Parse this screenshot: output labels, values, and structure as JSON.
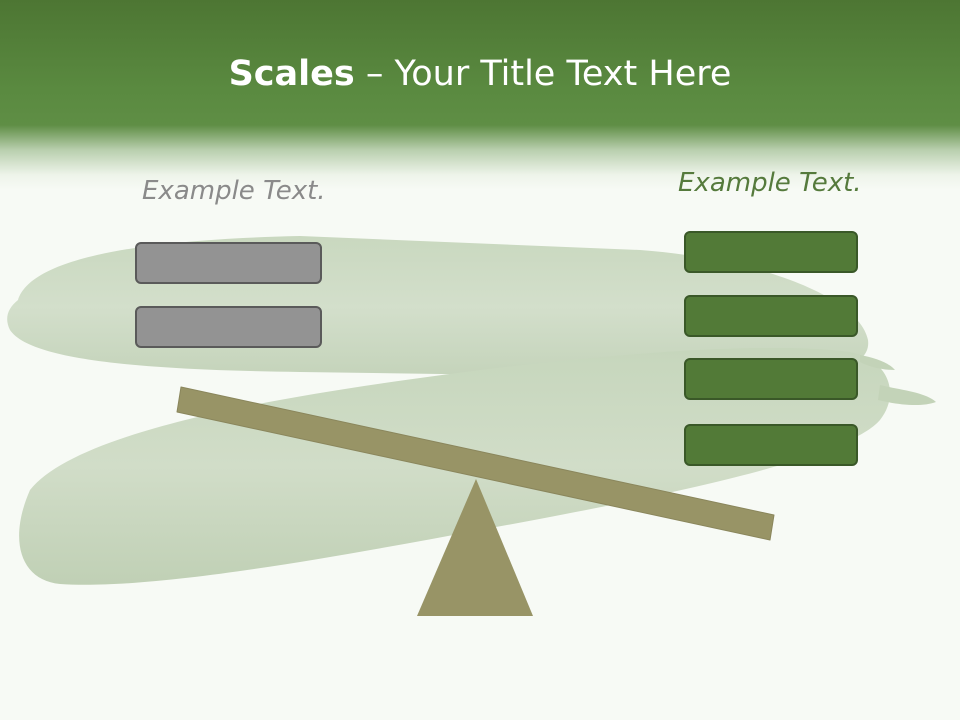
{
  "slide": {
    "title_bold": "Scales",
    "title_rest": " – Your Title Text Here"
  },
  "left_pan": {
    "label": "Example Text.",
    "box_count": 2,
    "box_color": "#939393"
  },
  "right_pan": {
    "label": "Example Text.",
    "box_count": 4,
    "box_color": "#527a37"
  },
  "scale": {
    "beam_color": "#989466",
    "fulcrum_color": "#989466"
  },
  "colors": {
    "header_green": "#5a8a40",
    "background": "#f7faf5",
    "cucumber_tint": "#cfdcc6"
  }
}
